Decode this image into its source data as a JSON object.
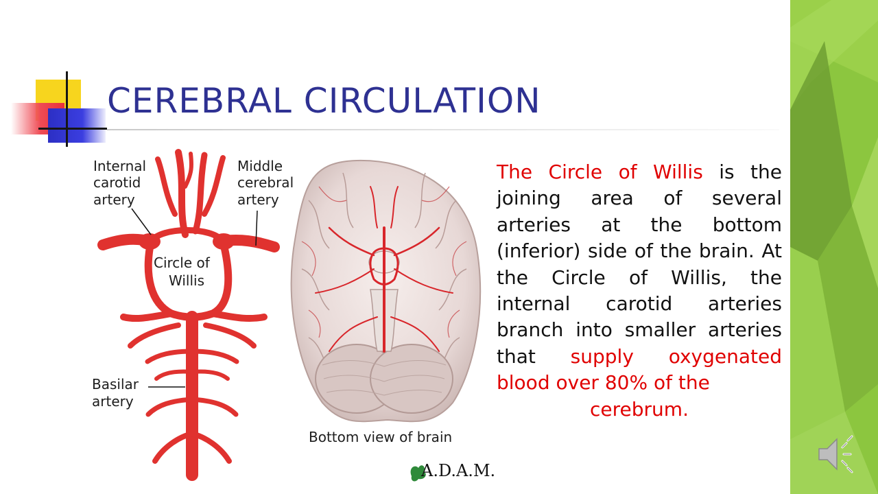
{
  "slide": {
    "title": "CEREBRAL CIRCULATION",
    "body": {
      "seg1_red": "The Circle of Willis",
      "seg2": " is the joining area of several arteries at the bottom (inferior) side of the brain. At the Circle of Willis, the internal carotid arteries branch into smaller arteries that ",
      "seg3_red": "supply oxygenated blood over 80% of the",
      "seg4_red": "cerebrum."
    },
    "illustration": {
      "labels": {
        "internal_carotid_1": "Internal",
        "internal_carotid_2": "carotid",
        "internal_carotid_3": "artery",
        "middle_cerebral_1": "Middle",
        "middle_cerebral_2": "cerebral",
        "middle_cerebral_3": "artery",
        "circle_1": "Circle of",
        "circle_2": "Willis",
        "basilar_1": "Basilar",
        "basilar_2": "artery",
        "caption": "Bottom view of brain"
      },
      "logo_text": "A.D.A.M."
    }
  },
  "icons": {
    "speaker": "speaker-icon",
    "leaf": "leaf-icon"
  },
  "colors": {
    "title": "#2e3192",
    "highlight": "#e00000",
    "artery": "#e0322f",
    "accent_green": "#8cc63f"
  }
}
